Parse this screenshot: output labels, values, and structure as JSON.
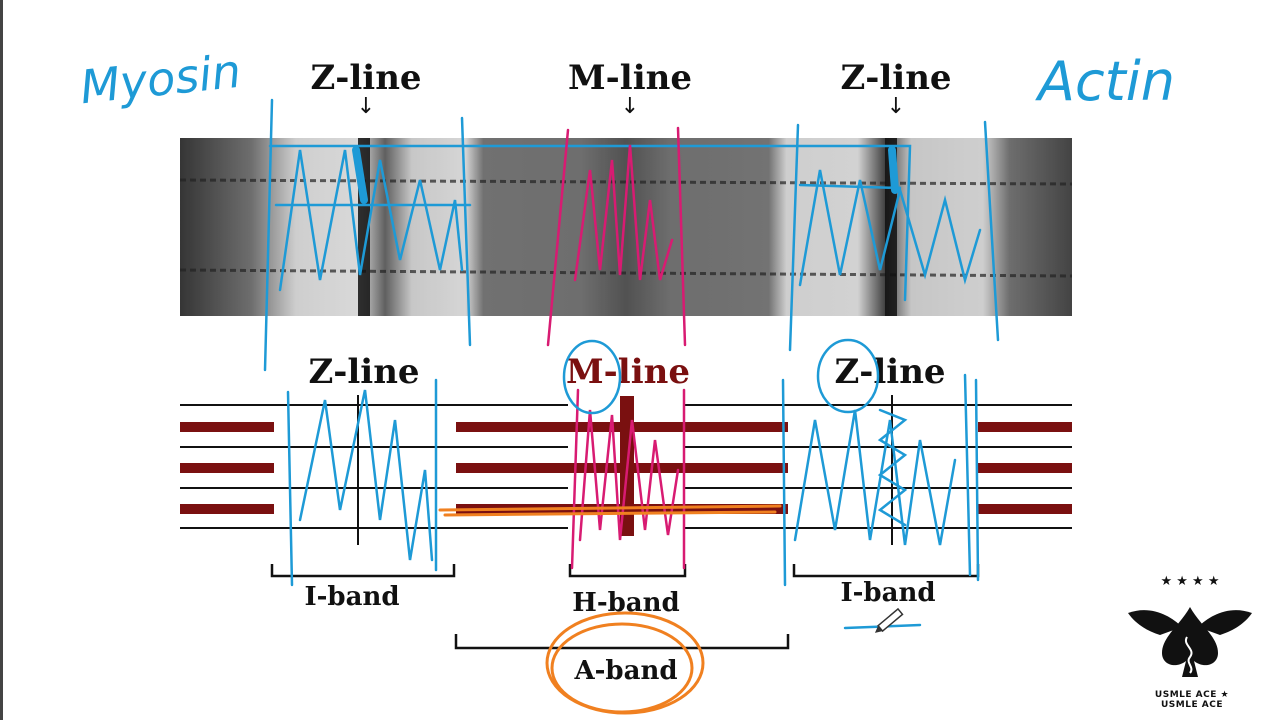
{
  "colors": {
    "ink_blue": "#1e9ad6",
    "ink_pink": "#d81b72",
    "ink_orange": "#f08020",
    "filament_dark": "#7a1010",
    "text": "#111111"
  },
  "handwriting": {
    "left_note": "Myosin",
    "right_note": "Actin"
  },
  "micrograph": {
    "z_label_left": "Z-line",
    "m_label": "M-line",
    "z_label_right": "Z-line",
    "arrow_glyph": "↓"
  },
  "schematic": {
    "z_label_left": "Z-line",
    "m_label": "M-line",
    "z_label_right": "Z-line",
    "i_band_left": "I-band",
    "h_band": "H-band",
    "i_band_right": "I-band",
    "a_band": "A-band"
  },
  "logo": {
    "ring_text": "USMLE ACE ★ USMLE ACE",
    "stars": "★ ★ ★ ★",
    "icon": "spade-wings-icon"
  },
  "cursor": {
    "icon": "pen-cursor-icon"
  }
}
